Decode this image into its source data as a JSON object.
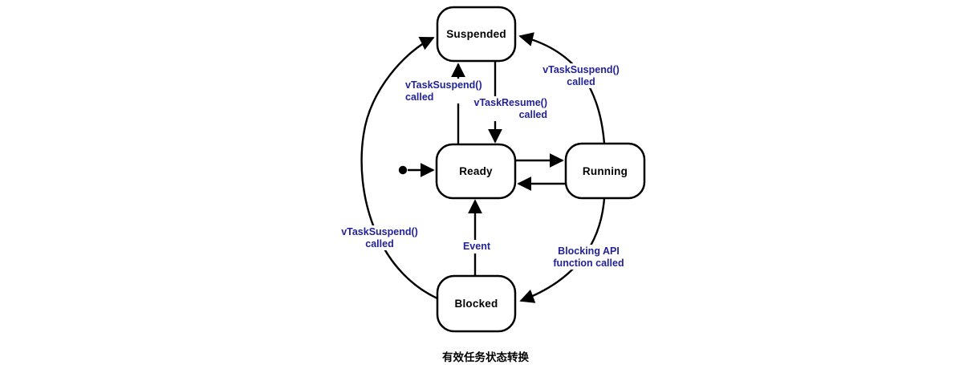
{
  "diagram": {
    "title_caption": "有效任务状态转换",
    "colors": {
      "line": "#000000",
      "state_fill": "#ffffff",
      "state_border": "#000000",
      "transition_label": "#222299",
      "caption_text": "#000000"
    },
    "states": {
      "suspended": {
        "label": "Suspended"
      },
      "ready": {
        "label": "Ready"
      },
      "running": {
        "label": "Running"
      },
      "blocked": {
        "label": "Blocked"
      }
    },
    "transitions": {
      "start_to_ready": {
        "from": "start",
        "to": "Ready"
      },
      "ready_to_running": {
        "from": "Ready",
        "to": "Running"
      },
      "running_to_ready": {
        "from": "Running",
        "to": "Ready"
      },
      "ready_to_suspended": {
        "from": "Ready",
        "to": "Suspended",
        "line1": "vTaskSuspend()",
        "line2": "called"
      },
      "suspended_to_ready": {
        "from": "Suspended",
        "to": "Ready",
        "line1": "vTaskResume()",
        "line2": "called"
      },
      "running_to_suspended": {
        "from": "Running",
        "to": "Suspended",
        "line1": "vTaskSuspend()",
        "line2": "called"
      },
      "blocked_to_suspended": {
        "from": "Blocked",
        "to": "Suspended",
        "line1": "vTaskSuspend()",
        "line2": "called"
      },
      "blocked_to_ready": {
        "from": "Blocked",
        "to": "Ready",
        "line1": "Event"
      },
      "running_to_blocked": {
        "from": "Running",
        "to": "Blocked",
        "line1": "Blocking API",
        "line2": "function called"
      }
    }
  }
}
